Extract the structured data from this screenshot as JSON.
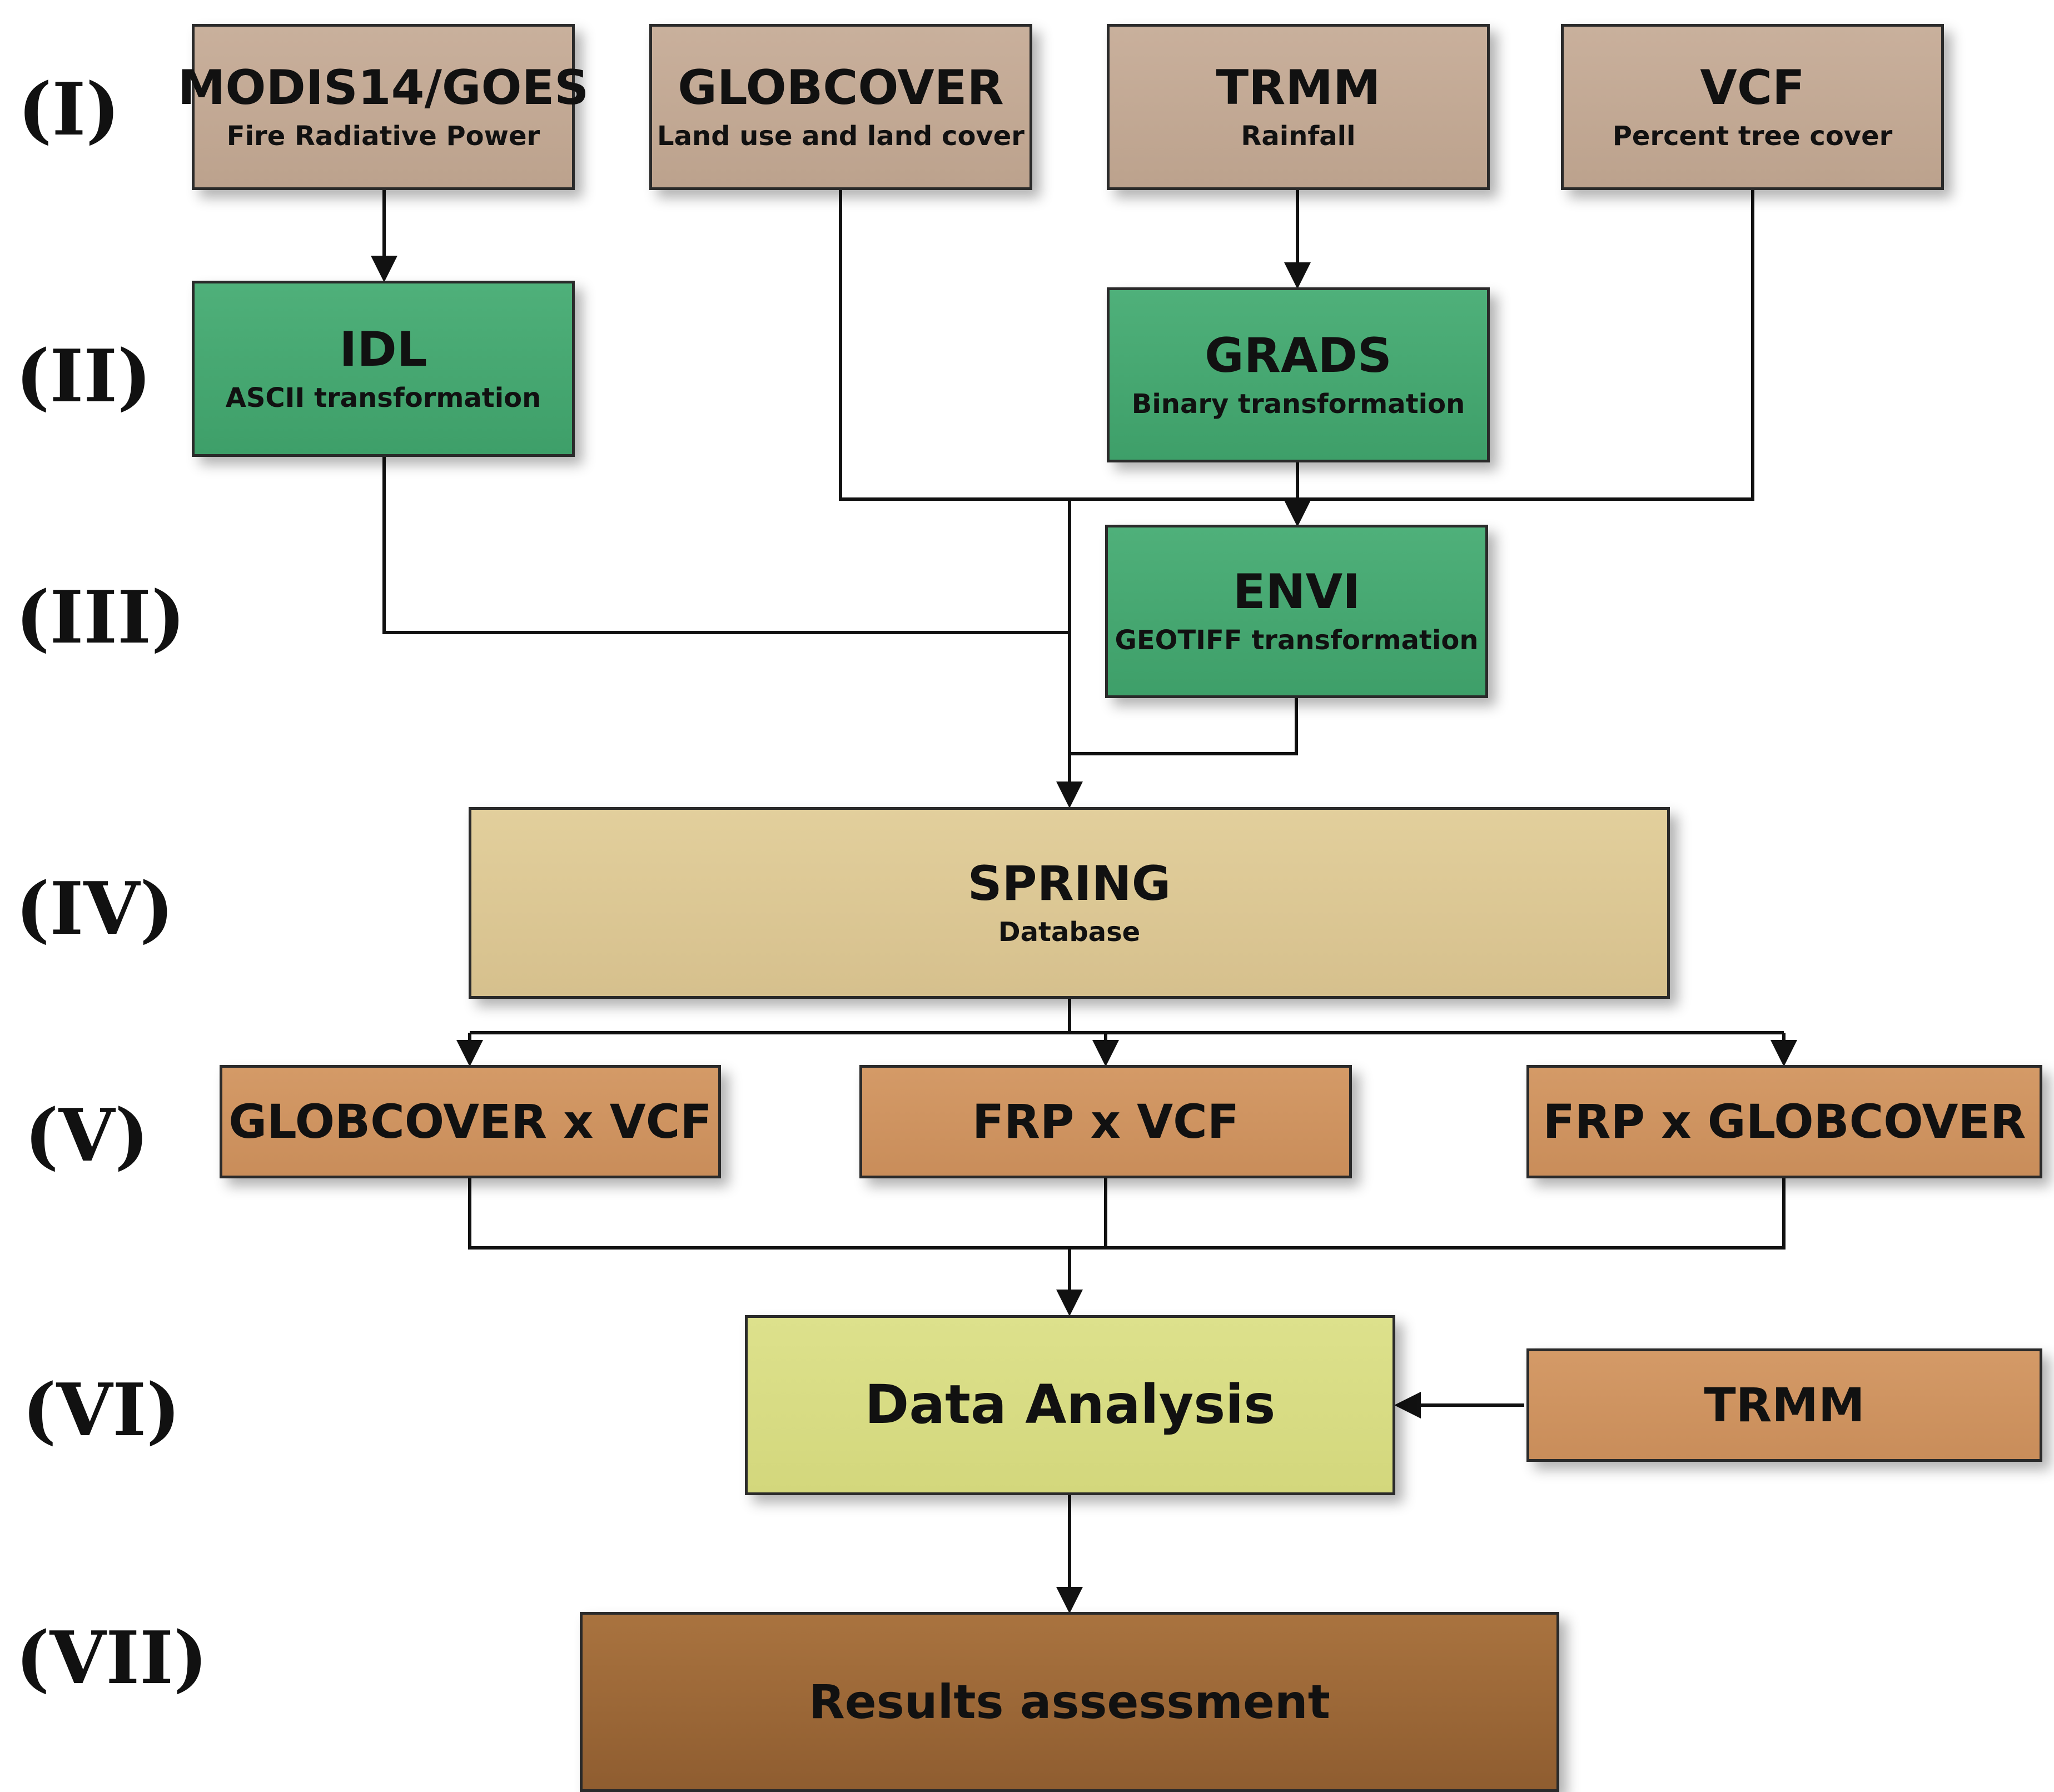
{
  "stages": [
    "(I)",
    "(II)",
    "(III)",
    "(IV)",
    "(V)",
    "(VI)",
    "(VII)"
  ],
  "inputs": {
    "modis": {
      "title": "MODIS14/GOES",
      "subtitle": "Fire Radiative Power"
    },
    "globcover": {
      "title": "GLOBCOVER",
      "subtitle": "Land use and land cover"
    },
    "trmm": {
      "title": "TRMM",
      "subtitle": "Rainfall"
    },
    "vcf": {
      "title": "VCF",
      "subtitle": "Percent tree cover"
    }
  },
  "processing": {
    "idl": {
      "title": "IDL",
      "subtitle": "ASCII transformation"
    },
    "grads": {
      "title": "GRADS",
      "subtitle": "Binary transformation"
    },
    "envi": {
      "title": "ENVI",
      "subtitle": "GEOTIFF transformation"
    }
  },
  "database": {
    "title": "SPRING",
    "subtitle": "Database"
  },
  "combinations": [
    "GLOBCOVER x VCF",
    "FRP x VCF",
    "FRP x GLOBCOVER"
  ],
  "analysis": {
    "title": "Data Analysis"
  },
  "trmm_input": {
    "title": "TRMM"
  },
  "results": {
    "title": "Results assessment"
  },
  "colors": {
    "input": "#bfa591",
    "processing": "#45a670",
    "database": "#dcc794",
    "combination": "#cd915e",
    "analysis": "#d8dc83",
    "results": "#9c6836",
    "connector": "#111111"
  }
}
